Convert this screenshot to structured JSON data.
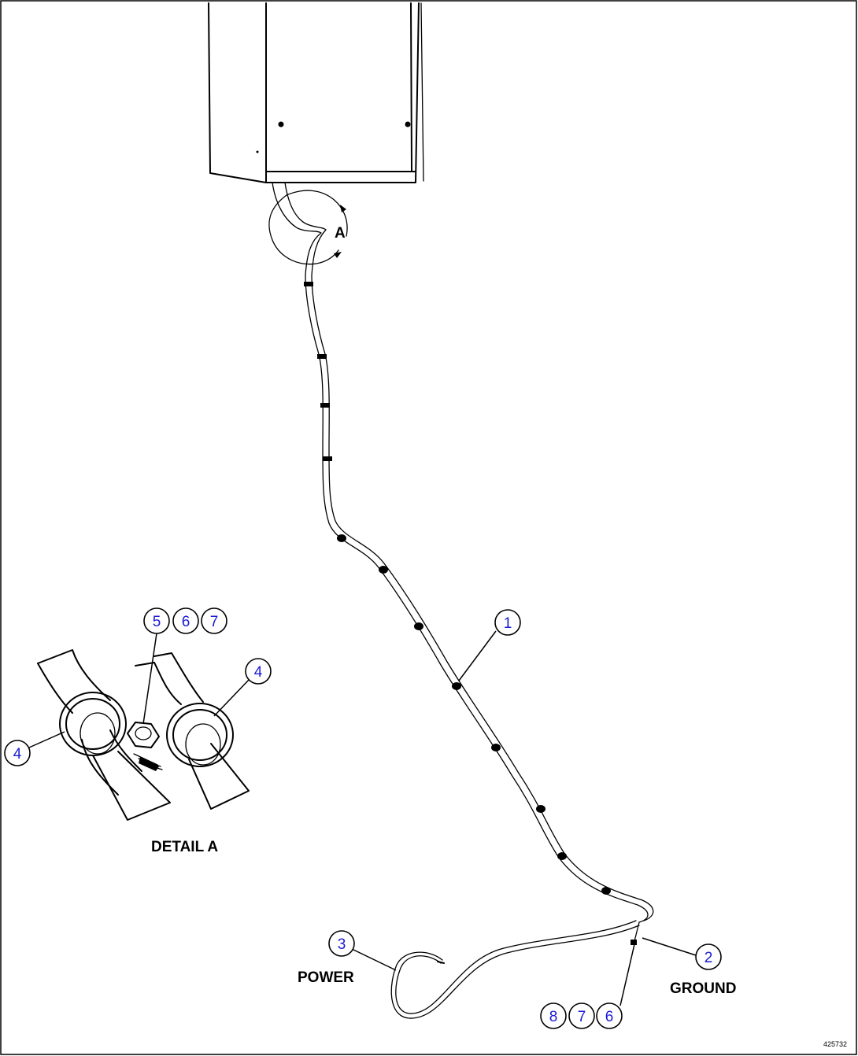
{
  "callouts": {
    "main_harness": "1",
    "ground_wire": "2",
    "power_wire": "3",
    "detail_clamp_right": "4",
    "detail_clamp_left": "4",
    "detail_hw_a": "5",
    "detail_hw_b": "6",
    "detail_hw_c": "7",
    "ground_hw_a": "8",
    "ground_hw_b": "7",
    "ground_hw_c": "6"
  },
  "labels": {
    "power": "POWER",
    "ground": "GROUND",
    "detail": "DETAIL A",
    "detail_marker": "A",
    "figure_number": "425732"
  },
  "colors": {
    "line": "#000000",
    "callout_number": "#1a1ad6",
    "background": "#ffffff"
  }
}
